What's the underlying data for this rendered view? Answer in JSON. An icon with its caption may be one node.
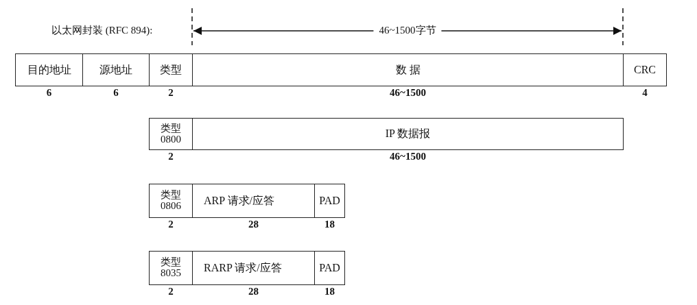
{
  "diagram": {
    "nodes": [
      {
        "text": [
          "目的地址"
        ],
        "beside": [
          "6"
        ]
      },
      {
        "text": [
          "源地址"
        ],
        "beside": [
          "6"
        ]
      },
      {
        "text": [
          "类型"
        ],
        "beside": [
          "2"
        ]
      },
      {
        "text": [
          "数 据"
        ],
        "beside": [
          "46~1500"
        ]
      },
      {
        "text": [
          "CRC"
        ],
        "beside": [
          "4"
        ]
      },
      {
        "text": [
          "类型 0800"
        ],
        "beside": [
          "2"
        ]
      },
      {
        "text": [
          "IP 数据报"
        ],
        "beside": [
          "46~1500"
        ]
      },
      {
        "text": [
          "类型 0806"
        ],
        "beside": [
          "2"
        ]
      },
      {
        "text": [
          "ARP 请求/应答"
        ],
        "beside": [
          "28"
        ]
      },
      {
        "text": [
          "PAD"
        ],
        "beside": [
          "18"
        ]
      },
      {
        "text": [
          "类型 8035"
        ],
        "beside": [
          "2"
        ]
      },
      {
        "text": [
          "RARP 请求/应答"
        ],
        "beside": [
          "28"
        ]
      },
      {
        "text": [
          "PAD"
        ],
        "beside": [
          "18"
        ]
      }
    ],
    "edges": [],
    "labels": [
      "以太网封装 (RFC 894):",
      "46~1500字节"
    ]
  }
}
